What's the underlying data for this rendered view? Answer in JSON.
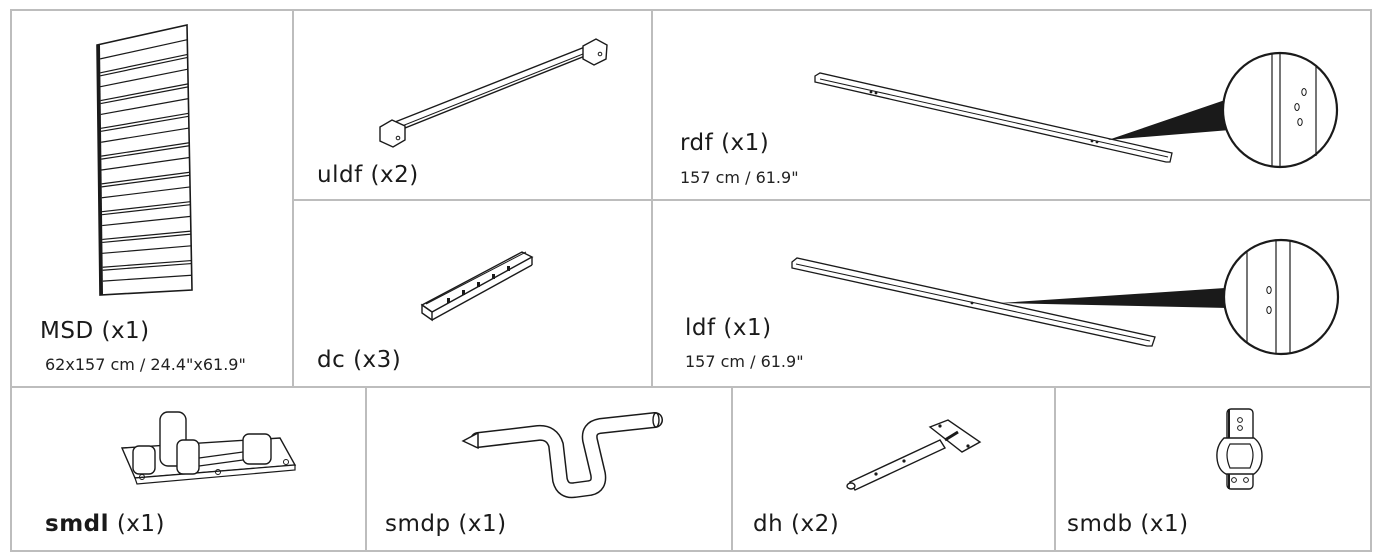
{
  "parts": {
    "msd": {
      "name": "MSD",
      "qty": "(x1)",
      "size": "62x157 cm / 24.4\"x61.9\""
    },
    "uldf": {
      "name": "uldf",
      "qty": "(x2)"
    },
    "rdf": {
      "name": "rdf",
      "qty": "(x1)",
      "size": "157 cm / 61.9\""
    },
    "dc": {
      "name": "dc",
      "qty": "(x3)"
    },
    "ldf": {
      "name": "ldf",
      "qty": "(x1)",
      "size": "157 cm / 61.9\""
    },
    "smdl": {
      "name": "smdl",
      "qty": " (x1)"
    },
    "smdp": {
      "name": "smdp",
      "qty": "(x1)"
    },
    "dh": {
      "name": "dh",
      "qty": "(x2)"
    },
    "smdb": {
      "name": "smdb",
      "qty": " (x1)"
    }
  },
  "colors": {
    "grid": "#bdbdbd",
    "ink": "#1a1a1a"
  }
}
